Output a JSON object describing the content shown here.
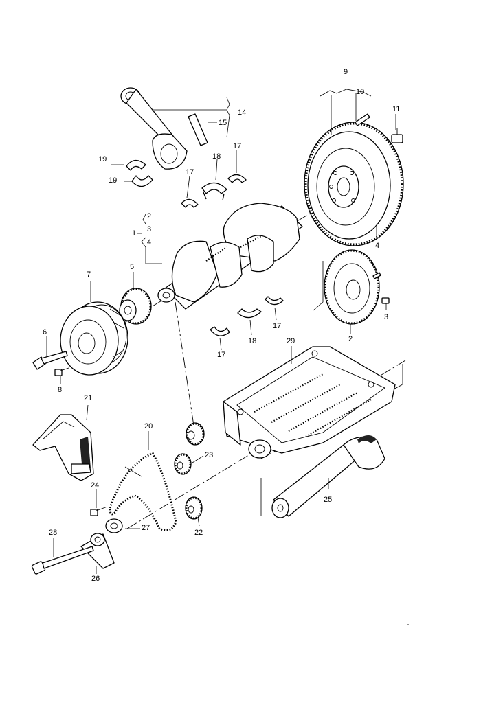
{
  "diagram": {
    "callouts": [
      {
        "id": "c9",
        "text": "9"
      },
      {
        "id": "c10",
        "text": "10"
      },
      {
        "id": "c11",
        "text": "11"
      },
      {
        "id": "c14",
        "text": "14"
      },
      {
        "id": "c15",
        "text": "15"
      },
      {
        "id": "c17a",
        "text": "17"
      },
      {
        "id": "c18a",
        "text": "18"
      },
      {
        "id": "c17b",
        "text": "17"
      },
      {
        "id": "c19a",
        "text": "19"
      },
      {
        "id": "c19b",
        "text": "19"
      },
      {
        "id": "c1",
        "text": "1"
      },
      {
        "id": "c2a",
        "text": "2"
      },
      {
        "id": "c3a",
        "text": "3"
      },
      {
        "id": "c4a",
        "text": "4"
      },
      {
        "id": "c4b",
        "text": "4"
      },
      {
        "id": "c5",
        "text": "5"
      },
      {
        "id": "c7",
        "text": "7"
      },
      {
        "id": "c3b",
        "text": "3"
      },
      {
        "id": "c17c",
        "text": "17"
      },
      {
        "id": "c2b",
        "text": "2"
      },
      {
        "id": "c18b",
        "text": "18"
      },
      {
        "id": "c6",
        "text": "6"
      },
      {
        "id": "c17d",
        "text": "17"
      },
      {
        "id": "c29",
        "text": "29"
      },
      {
        "id": "c8",
        "text": "8"
      },
      {
        "id": "c21",
        "text": "21"
      },
      {
        "id": "c20",
        "text": "20"
      },
      {
        "id": "c23",
        "text": "23"
      },
      {
        "id": "c24",
        "text": "24"
      },
      {
        "id": "c25",
        "text": "25"
      },
      {
        "id": "c27",
        "text": "27"
      },
      {
        "id": "c22",
        "text": "22"
      },
      {
        "id": "c28",
        "text": "28"
      },
      {
        "id": "c26",
        "text": "26"
      }
    ]
  }
}
